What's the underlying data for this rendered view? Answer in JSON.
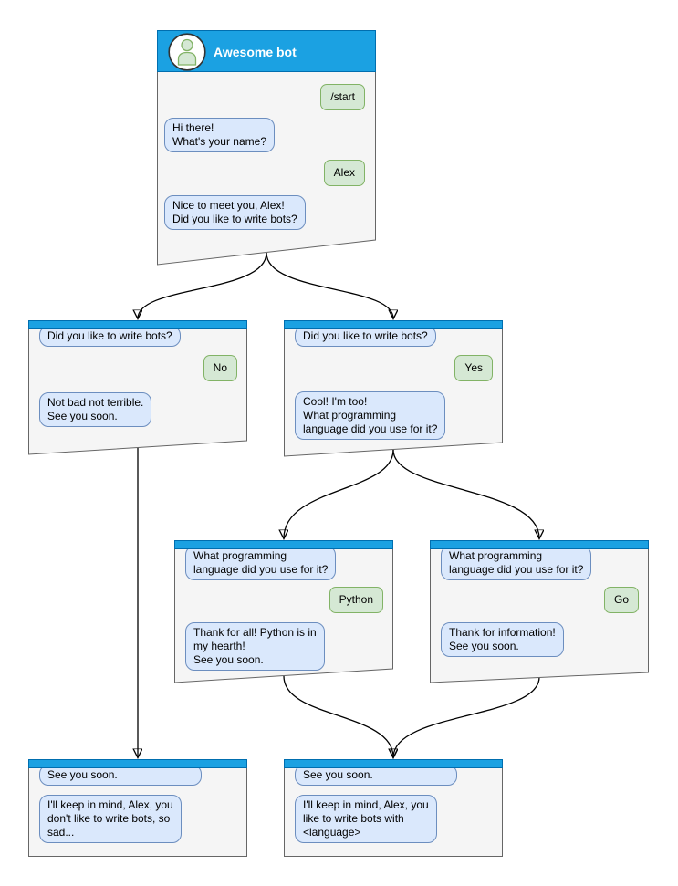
{
  "colors": {
    "header_blue": "#1BA1E2",
    "header_border": "#006EAF",
    "window_fill": "#F5F5F5",
    "window_border": "#666666",
    "bot_bubble_fill": "#DAE8FC",
    "bot_bubble_border": "#6C8EBF",
    "user_bubble_fill": "#D5E8D4",
    "user_bubble_border": "#82B366",
    "avatar_fill": "#D5E8D4",
    "avatar_border": "#82B366",
    "avatar_ring": "#333333",
    "title_text": "#FFFFFF",
    "connector": "#000000"
  },
  "windows": [
    {
      "name": "root",
      "title": "Awesome bot",
      "avatar_icon": "person-icon",
      "messages": [
        {
          "from": "user",
          "text": "/start"
        },
        {
          "from": "bot",
          "text": "Hi there!\nWhat's your name?"
        },
        {
          "from": "user",
          "text": "Alex"
        },
        {
          "from": "bot",
          "text": "Nice to meet you, Alex!\nDid you like to write bots?"
        }
      ]
    },
    {
      "name": "branch-no",
      "messages": [
        {
          "from": "bot",
          "text": "Did you like to write bots?"
        },
        {
          "from": "user",
          "text": "No"
        },
        {
          "from": "bot",
          "text": "Not bad not terrible.\nSee you soon."
        }
      ]
    },
    {
      "name": "branch-yes",
      "messages": [
        {
          "from": "bot",
          "text": "Did you like to write bots?"
        },
        {
          "from": "user",
          "text": "Yes"
        },
        {
          "from": "bot",
          "text": "Cool! I'm too!\nWhat programming\nlanguage did you use for it?"
        }
      ]
    },
    {
      "name": "lang-python",
      "messages": [
        {
          "from": "bot",
          "text": "What programming\nlanguage did you use for it?"
        },
        {
          "from": "user",
          "text": "Python"
        },
        {
          "from": "bot",
          "text": "Thank for all! Python is in\nmy hearth!\nSee you soon."
        }
      ]
    },
    {
      "name": "lang-go",
      "messages": [
        {
          "from": "bot",
          "text": "What programming\nlanguage did you use for it?"
        },
        {
          "from": "user",
          "text": "Go"
        },
        {
          "from": "bot",
          "text": "Thank for information!\nSee you soon."
        }
      ]
    },
    {
      "name": "end-no",
      "messages": [
        {
          "from": "bot",
          "text": "See you soon."
        },
        {
          "from": "bot",
          "text": "I'll keep in mind, Alex, you\ndon't like to write bots, so\nsad..."
        }
      ]
    },
    {
      "name": "end-language",
      "messages": [
        {
          "from": "bot",
          "text": "See you soon."
        },
        {
          "from": "bot",
          "text": "I'll keep in mind, Alex, you\nlike to write bots with\n<language>"
        }
      ]
    }
  ]
}
